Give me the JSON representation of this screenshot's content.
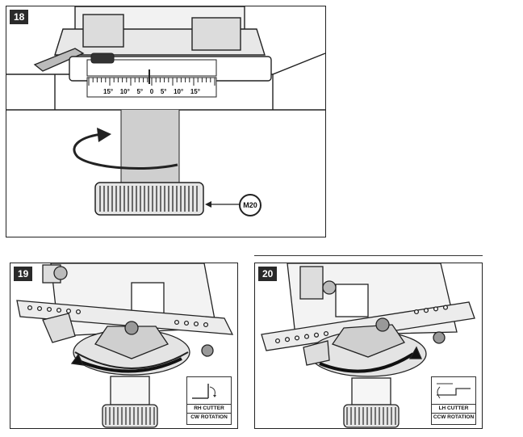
{
  "figures": [
    {
      "number": "18",
      "scale_labels": [
        "15°",
        "10°",
        "5°",
        "0",
        "5°",
        "10°",
        "15°"
      ],
      "callout": "M20"
    },
    {
      "number": "19",
      "legend_line1": "RH CUTTER",
      "legend_line2": "CW ROTATION"
    },
    {
      "number": "20",
      "legend_line1": "LH CUTTER",
      "legend_line2": "CCW ROTATION"
    }
  ],
  "colors": {
    "ink": "#222222",
    "shade": "#cfcfcf",
    "dark": "#555555"
  }
}
